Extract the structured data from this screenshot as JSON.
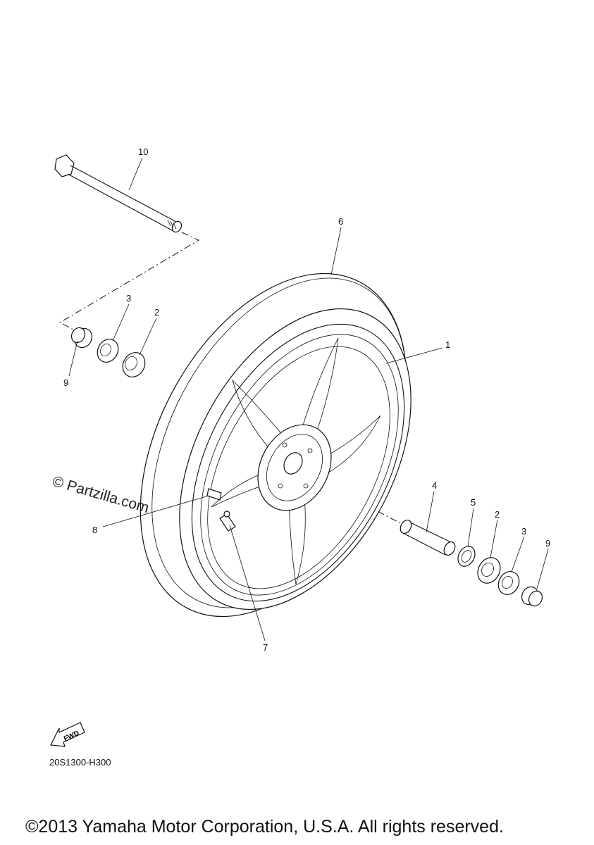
{
  "diagram": {
    "code": "20S1300-H300",
    "watermark": "© Partzilla.com",
    "copyright": "©2013 Yamaha Motor Corporation, U.S.A. All rights reserved.",
    "fwd_label": "FWD",
    "callouts": {
      "wheel": "1",
      "bearing_left": "2",
      "oil_seal_left": "3",
      "spacer": "4",
      "circlip": "5",
      "tire": "6",
      "valve": "7",
      "balance_weight": "8",
      "collar_left": "9",
      "axle": "10",
      "bearing_right": "2",
      "oil_seal_right": "3",
      "collar_right": "9"
    }
  }
}
